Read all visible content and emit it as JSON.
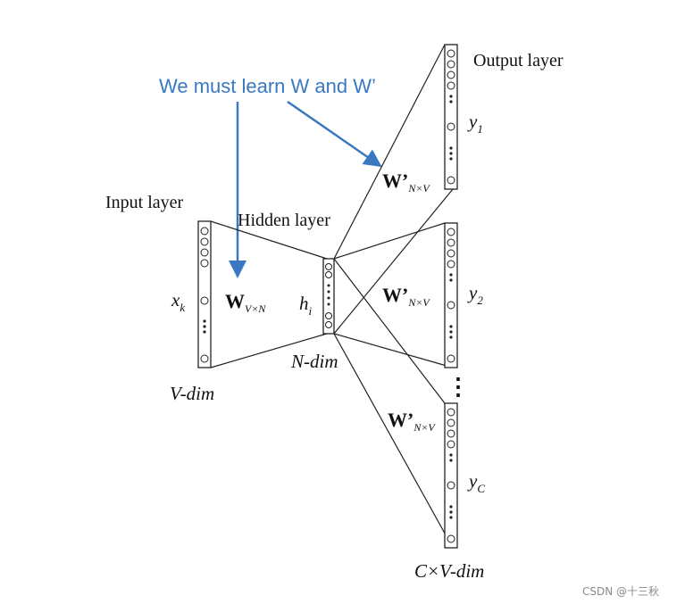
{
  "annotation": {
    "text": "We must learn W and W’"
  },
  "input": {
    "title": "Input layer",
    "var": "x",
    "sub": "k",
    "dim_label": "V-dim"
  },
  "hidden": {
    "title": "Hidden layer",
    "var": "h",
    "sub": "i",
    "dim_label": "N-dim"
  },
  "weights": {
    "input": {
      "main": "W",
      "sub": "V×N"
    },
    "output": {
      "main": "W’",
      "sub": "N×V"
    }
  },
  "outputs": {
    "title": "Output layer",
    "panels": [
      {
        "var": "y",
        "sub": "1"
      },
      {
        "var": "y",
        "sub": "2"
      },
      {
        "var": "y",
        "sub": "C"
      }
    ],
    "ellipsis": "⋮",
    "dim_label": "C×V-dim"
  },
  "watermark": {
    "text": "CSDN @十三秋"
  },
  "colors": {
    "annotation": "#3a78c2",
    "line": "#222222"
  }
}
